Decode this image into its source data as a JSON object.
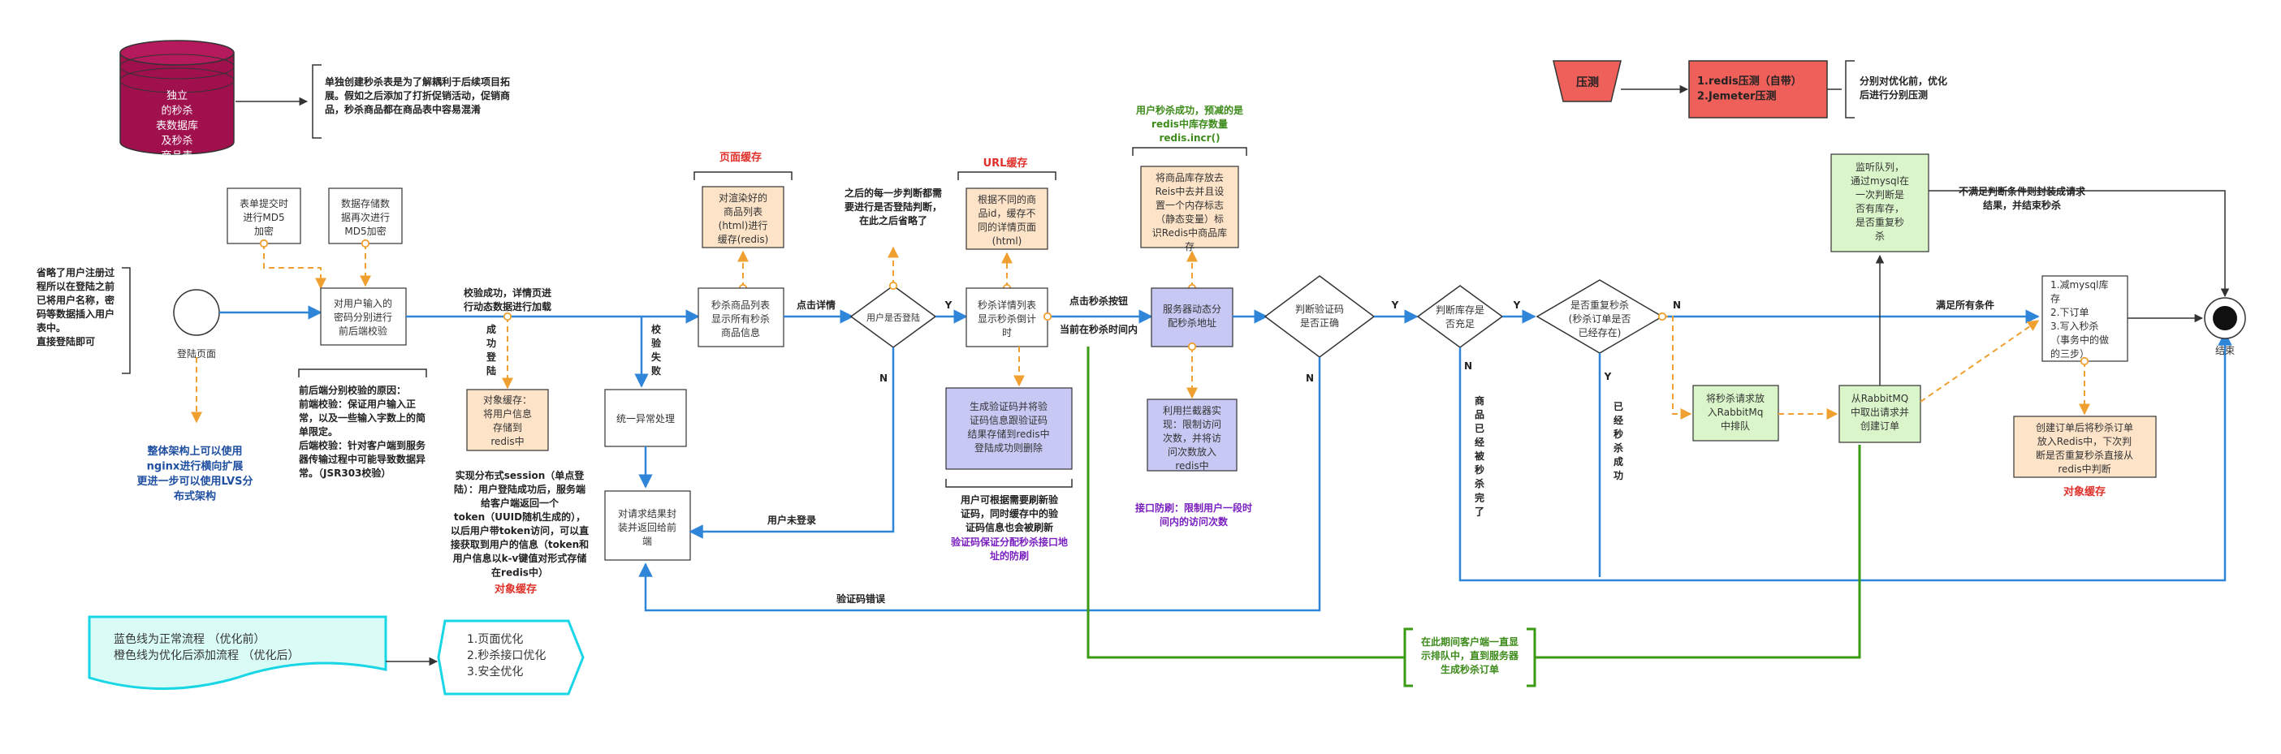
{
  "db": [
    "独立",
    "的秒杀",
    "表数据库",
    "及秒杀",
    "商品表"
  ],
  "db_note": [
    "单独创建秒杀表是为了解耦利于后续项目拓",
    "展。假如之后添加了打折促销活动，促销商",
    "品，秒杀商品都在商品表中容易混淆"
  ],
  "stress": {
    "label": "压测",
    "items": [
      "1.redis压测（自带）",
      "2.Jemeter压测"
    ],
    "note": [
      "分别对优化前，优化",
      "后进行分别压测"
    ]
  },
  "left_note": [
    "省略了用户注册过",
    "程所以在登陆之前",
    "已将用户名称，密",
    "码等数据插入用户",
    "表中。",
    "",
    "直接登陆即可"
  ],
  "start_label": "登陆页面",
  "end_label": "结束",
  "arch_note": [
    "整体架构上可以使用",
    "nginx进行横向扩展",
    "",
    "更进一步可以使用LVS分",
    "布式架构"
  ],
  "md5_form": [
    "表单提交时",
    "进行MD5",
    "加密"
  ],
  "md5_db": [
    "数据存储数",
    "据再次进行",
    "MD5加密"
  ],
  "validate_box": [
    "对用户输入的",
    "密码分别进行",
    "前后端校验"
  ],
  "validate_note": [
    "前后端分别校验的原因：",
    "前端校验：保证用户输入正",
    "常，以及一些输入字数上的简",
    "单限定。",
    "后端校验：针对客户端到服务",
    "器传输过程中可能导致数据异",
    "常。（JSR303校验）"
  ],
  "login_success": [
    "校验成功，详情页进",
    "行动态数据进行加载"
  ],
  "login_fail_label": [
    "成",
    "功",
    "登",
    "陆"
  ],
  "verify_fail_label": [
    "校",
    "验",
    "失",
    "败"
  ],
  "user_cache": [
    "对象缓存：",
    "将用户信息",
    "存储到",
    "redis中"
  ],
  "session_note": [
    "实现分布式session（单点登",
    "陆）：用户登陆成功后，服务端",
    "给客户端返回一个",
    "token（UUID随机生成的），",
    "以后用户带token访问，可以直",
    "接获取到用户的信息（token和",
    "用户信息以k-v键值对形式存储",
    "在redis中）"
  ],
  "object_cache_1": "对象缓存",
  "exception_box": [
    "统一异常处理"
  ],
  "intercept_box": [
    "对请求结果封",
    "装并返回给前",
    "端"
  ],
  "not_login": "用户未登录",
  "verify_error": "验证码错误",
  "page_cache_title": "页面缓存",
  "page_cache_box": [
    "对渲染好的",
    "商品列表",
    "(html)进行",
    "缓存(redis)"
  ],
  "goods_list": [
    "秒杀商品列表",
    "显示所有秒杀",
    "商品信息"
  ],
  "click_detail": "点击详情",
  "judge_note": [
    "之后的每一步判断都需",
    "要进行是否登陆判断，",
    "在此之后省略了"
  ],
  "is_login": "用户是否登陆",
  "yes": "Y",
  "no": "N",
  "url_cache_title": "URL缓存",
  "url_cache_box": [
    "根据不同的商",
    "品id，缓存不",
    "同的详情页面",
    "(html)"
  ],
  "detail_page": [
    "秒杀详情列表",
    "显示秒杀倒计",
    "时"
  ],
  "click_seckill": "点击秒杀按钮",
  "in_time": "当前在秒杀时间内",
  "captcha_box": [
    "生成验证码并将验",
    "证码信息跟验证码",
    "结果存储到redis中",
    "登陆成功则删除"
  ],
  "captcha_note": [
    "用户可根据需要刷新验",
    "证码，同时缓存中的验",
    "证码信息也会被刷新"
  ],
  "captcha_purple": [
    "验证码保证分配秒杀接口地",
    "址的防刷"
  ],
  "redis_top_note": [
    "用户秒杀成功，预减的是",
    "redis中库存数量",
    "redis.incr()"
  ],
  "redis_preload": [
    "将商品库存放去",
    "Reis中去并且设",
    "置一个内存标志",
    "（静态变量）标",
    "识Redis中商品库",
    "存"
  ],
  "dynamic_addr": [
    "服务器动态分",
    "配秒杀地址"
  ],
  "rate_limit_box": [
    "利用拦截器实",
    "现：限制访问",
    "次数，并将访",
    "问次数放入",
    "redis中"
  ],
  "rate_limit_note": [
    "接口防刷：限制用户一段时",
    "间内的访问次数"
  ],
  "check_captcha": [
    "判断验证码",
    "是否正确"
  ],
  "check_stock": [
    "判断库存是",
    "否充足"
  ],
  "check_repeat": [
    "是否重复秒杀",
    "(秒杀订单是否",
    "已经存在)"
  ],
  "sold_out": [
    "商",
    "品",
    "已",
    "经",
    "被",
    "秒",
    "杀",
    "完",
    "了"
  ],
  "already_done": [
    "已",
    "经",
    "秒",
    "杀",
    "成",
    "功"
  ],
  "mq_listen": [
    "监听队列，",
    "通过mysql在",
    "一次判断是",
    "否有库存，",
    "是否重复秒",
    "杀"
  ],
  "not_meet": [
    "不满足判断条件则封装成请求",
    "结果，并结束秒杀"
  ],
  "meet_all": "满足所有条件",
  "final_steps": [
    "1.减mysql库",
    "存",
    "2.下订单",
    "3.写入秒杀",
    "（事务中的做",
    "的三步）"
  ],
  "enqueue": [
    "将秒杀请求放",
    "入RabbitMq",
    "中排队"
  ],
  "dequeue": [
    "从RabbitMQ",
    "中取出请求并",
    "创建订单"
  ],
  "order_cache": [
    "创建订单后将秒杀订单",
    "放入Redis中，下次判",
    "断是否重复秒杀直接从",
    "redis中判断"
  ],
  "object_cache_2": "对象缓存",
  "green_note": [
    "在此期间客户端一直显",
    "示排队中，直到服务器",
    "生成秒杀订单"
  ],
  "legend": [
    "蓝色线为正常流程          （优化前）",
    "橙色线为优化后添加流程      （优化后）"
  ],
  "optim_list": [
    "1.页面优化",
    "2.秒杀接口优化",
    "3.安全优化"
  ],
  "colors": {
    "blue": "#2f86d8",
    "orange": "#f0a030",
    "green": "#3b9a14",
    "db": "#a0104d",
    "peach": "#fde3c8",
    "lavender": "#c8c8f5",
    "mint": "#d9f5c9",
    "red": "#f0605a",
    "cyan": "#d9fcf6"
  }
}
